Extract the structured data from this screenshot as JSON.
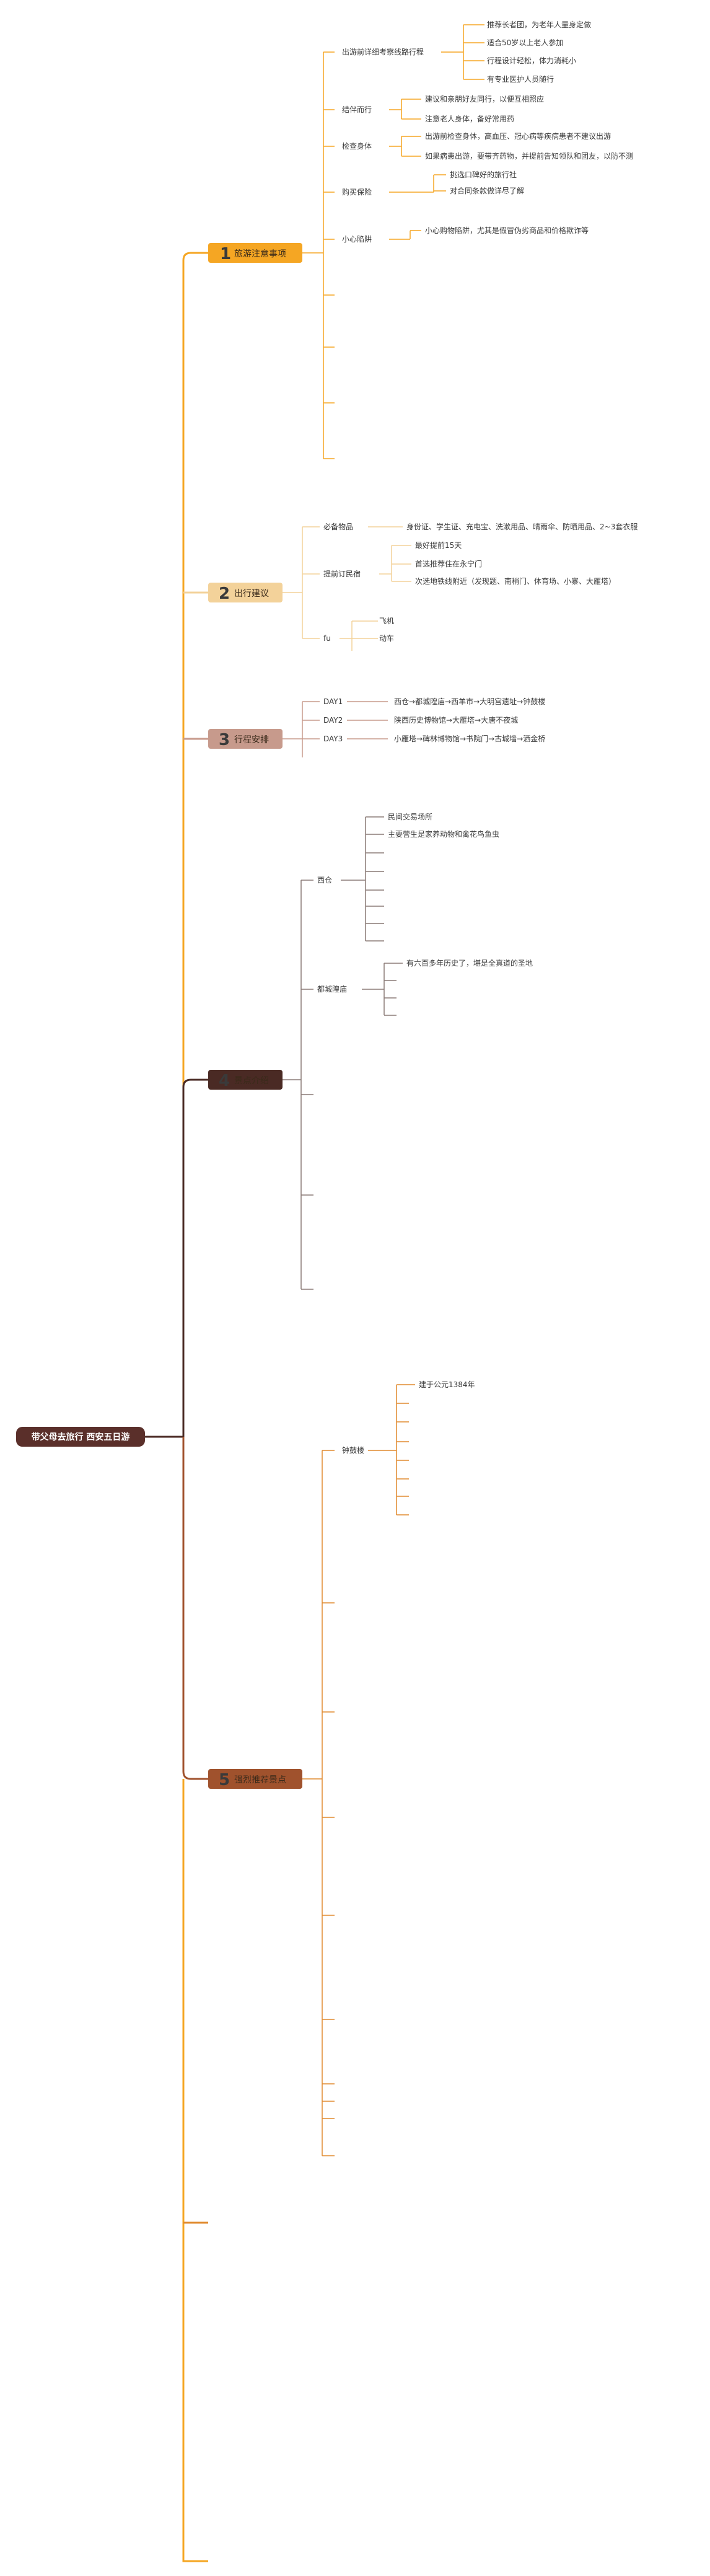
{
  "root": {
    "label": "带父母去旅行 西安五日游"
  },
  "colors": {
    "branch1": "#f5a623",
    "branch2": "#f3d29a",
    "branch3": "#c79a8c",
    "branch4": "#4a2a24",
    "branch5": "#a0522d",
    "stub": "#e08a2e",
    "root_bg": "#5a2f2a"
  },
  "sections": [
    {
      "number": "1",
      "label": "旅游注意事项",
      "children": [
        {
          "label": "出游前详细考察线路行程",
          "items": [
            "推荐长者团，为老年人量身定做",
            "适合50岁以上老人参加",
            "行程设计轻松，体力消耗小",
            "有专业医护人员随行"
          ]
        },
        {
          "label": "结伴而行",
          "items": [
            "建议和亲朋好友同行，以便互相照应",
            "注意老人身体，备好常用药"
          ]
        },
        {
          "label": "检查身体",
          "items": [
            "出游前检查身体，高血压、冠心病等疾病患者不建议出游",
            "如果病患出游，要带齐药物，并提前告知领队和团友，以防不测"
          ]
        },
        {
          "label": "购买保险",
          "items": [
            "挑选口碑好的旅行社",
            "对合同条款做详尽了解"
          ]
        },
        {
          "label": "小心陷阱",
          "items": [
            "小心购物陷阱，尤其是假冒伪劣商品和价格欺诈等"
          ]
        }
      ]
    },
    {
      "number": "2",
      "label": "出行建议",
      "children": [
        {
          "label": "必备物品",
          "items": [
            "身份证、学生证、充电宝、洗漱用品、晴雨伞、防晒用品、2~3套衣服"
          ]
        },
        {
          "label": "提前订民宿",
          "items": [
            "最好提前15天",
            "首选推荐住在永宁门",
            "次选地铁线附近（发现题、南稍门、体育场、小寨、大雁塔）"
          ]
        },
        {
          "label": "fu",
          "items": [
            "飞机",
            "动车"
          ]
        }
      ]
    },
    {
      "number": "3",
      "label": "行程安排",
      "children": [
        {
          "label": "DAY1",
          "items": [
            "西仓→都城隍庙→西羊市→大明宫遗址→钟鼓楼"
          ]
        },
        {
          "label": "DAY2",
          "items": [
            "陕西历史博物馆→大雁塔→大唐不夜城"
          ]
        },
        {
          "label": "DAY3",
          "items": [
            "小雁塔→碑林博物馆→书院门→古城墙→洒金桥"
          ]
        }
      ]
    },
    {
      "number": "4",
      "label": "景点介绍",
      "children": [
        {
          "label": "西仓",
          "items": [
            "民间交易场所",
            "主要营生是家养动物和禽花鸟鱼虫"
          ]
        },
        {
          "label": "都城隍庙",
          "items": [
            "有六百多年历史了，堪是全真道的圣地"
          ]
        }
      ]
    },
    {
      "number": "5",
      "label": "强烈推荐景点",
      "children": [
        {
          "label": "钟鼓楼",
          "items": [
            "建于公元1384年"
          ]
        }
      ]
    }
  ]
}
